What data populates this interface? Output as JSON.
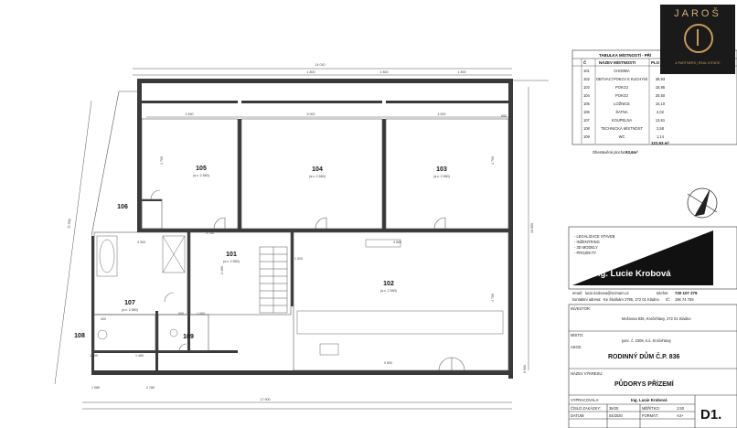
{
  "logo": {
    "name": "JAROŠ",
    "tagline": "& PARTNERS | REAL ESTATE"
  },
  "rooms_table": {
    "title": "TABULKA MÍSTNOSTÍ - PŘÍ",
    "headers": [
      "Č",
      "NÁZEV MÍSTNOSTI",
      "PLO"
    ],
    "rows": [
      [
        "101",
        "CHODBA",
        ""
      ],
      [
        "102",
        "OBÝVACÍ POKOJ S KUCHYNÍ",
        "38,93"
      ],
      [
        "103",
        "POKOJ",
        "18,95"
      ],
      [
        "104",
        "POKOJ",
        "25,50"
      ],
      [
        "105",
        "LOŽNICE",
        "16,10"
      ],
      [
        "106",
        "ŠATNA",
        "2,02"
      ],
      [
        "107",
        "KOUPELNA",
        "13,61"
      ],
      [
        "108",
        "TECHNICKÁ MÍSTNOST",
        "2,58"
      ],
      [
        "109",
        "WC",
        "1,14"
      ]
    ],
    "total": "122,93 m²",
    "built_area_label": "Obestavěná plocha:",
    "built_area_value": "93,6m²"
  },
  "plan": {
    "rooms": [
      {
        "num": "105",
        "sub": "(s.v. 2 550)"
      },
      {
        "num": "104",
        "sub": "(s.v. 2 550)"
      },
      {
        "num": "103",
        "sub": "(s.v. 2 550)"
      },
      {
        "num": "106",
        "sub": ""
      },
      {
        "num": "101",
        "sub": "(s.v. 2 550)"
      },
      {
        "num": "102",
        "sub": "(s.v. 2 550)"
      },
      {
        "num": "107",
        "sub": "(s.v. 2 550)"
      },
      {
        "num": "108",
        "sub": ""
      },
      {
        "num": "109",
        "sub": ""
      }
    ],
    "dims": {
      "top_total": "14 010",
      "top_a": "1 800",
      "top_b": "1 800",
      "top_c": "1 800",
      "r105_w": "3 450",
      "r104_w": "5 000",
      "r103_w": "4 500",
      "r105_h": "4 700",
      "r103_h": "4 700",
      "right_total": "10 850",
      "left_total": "11 050",
      "bottom_total": "17 900",
      "d_3300": "3 300",
      "d_3700": "3 700",
      "d_4500": "4 500",
      "d_650": "650",
      "d_1585": "1 585",
      "d_2780": "2 780",
      "d_1400": "1 400",
      "d_1450": "1 450",
      "d_1520": "1 520",
      "d_2450": "2 450",
      "d_900": "900",
      "d_1000": "1 000",
      "d_400": "400",
      "d_6000": "6 000",
      "d_4700": "4 700",
      "d_9500": "9 500"
    }
  },
  "studio": {
    "services": [
      "- LEGALIZACE STAVEB",
      "- INŽENÝRING",
      "- 3D MODELY",
      "- PROJEKTY"
    ],
    "name": "Ing. Lucie Krobová",
    "email_label": "email:",
    "email": "lucie.krobova@seznam.cz",
    "phone_label": "telefon:",
    "phone": "720 107 279",
    "address_label": "kontaktní adresa:",
    "address": "Ke Školkám 2795, 272 01 Kladno",
    "ic_label": "IČ:",
    "ic": "196 74 759"
  },
  "title_block": {
    "investor_label": "INVESTOR:",
    "investor": "Mošnova 836, Kročehlavy, 272 01 Kladno",
    "place_label": "MÍSTO:",
    "place": "parc. č. 2309, k.ú. Kročehlavy",
    "action_label": "AKCE:",
    "action": "RODINNÝ DŮM Č.P. 836",
    "drawing_label": "NÁZEV VÝKRESU:",
    "drawing": "PŮDORYS PŘÍZEMÍ",
    "author_label": "VYPRACOVALA:",
    "author": "Ing. Lucie Krobová",
    "order_label": "ČÍSLO ZAKÁZKY:",
    "order": "36/20",
    "scale_label": "MĚŘÍTKO:",
    "scale": "1:50",
    "date_label": "DATUM:",
    "date": "04/2020",
    "format_label": "FORMÁT:",
    "format": "A3+",
    "sheet": "D1."
  }
}
